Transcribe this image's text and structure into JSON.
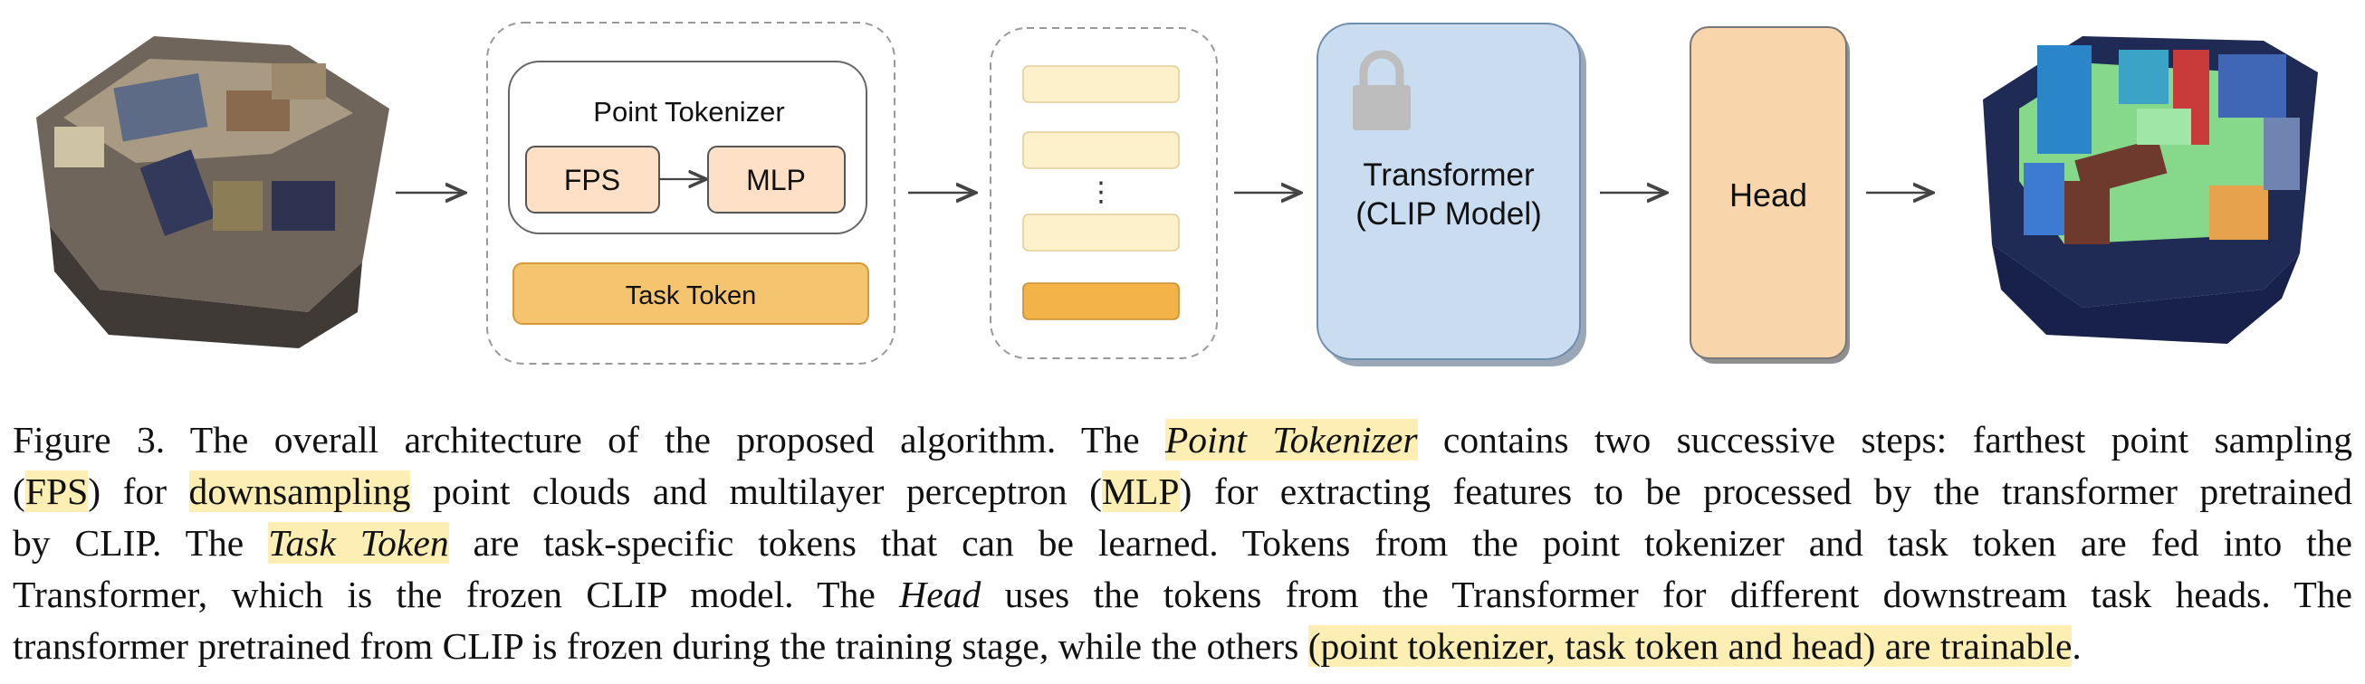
{
  "diagram": {
    "point_tokenizer": {
      "title": "Point Tokenizer",
      "fps": "FPS",
      "mlp": "MLP"
    },
    "task_token": "Task Token",
    "token_list_ellipsis": "⋮",
    "transformer": {
      "line1": "Transformer",
      "line2": "(CLIP Model)"
    },
    "head": "Head",
    "lock_icon": "lock-icon",
    "colors": {
      "tokenizer_box": "#fde0c5",
      "task_token": "#f5c46e",
      "token_light": "#fdf1cc",
      "token_dark": "#f2b449",
      "transformer": "#c9dcf0",
      "head": "#f9d5ac",
      "highlight": "#fdeeb3"
    }
  },
  "caption": {
    "figure_label": "Figure 3.",
    "l1a": " The overall architecture of the proposed algorithm. The ",
    "l1b": "Point Tokenizer",
    "l1c": " contains two successive steps: farthest point sampling",
    "l2a": "(",
    "l2b": "FPS",
    "l2c": ") for ",
    "l2d": "downsampling",
    "l2e": " point clouds and multilayer perceptron (",
    "l2f": "MLP",
    "l2g": ") for extracting features to be processed by the transformer pretrained",
    "l3a": "by CLIP. The ",
    "l3b": "Task Token",
    "l3c": " are task-specific tokens that can be learned.  Tokens from the point tokenizer and task token are fed into the",
    "l4a": "Transformer, which is the frozen CLIP model. The ",
    "l4b": "Head",
    "l4c": " uses the tokens from the Transformer for different downstream task heads. The",
    "l5a": "transformer pretrained from CLIP is frozen during the training stage, while the others ",
    "l5b": "(point tokenizer, task token and head) are trainable",
    "l5c": "."
  }
}
